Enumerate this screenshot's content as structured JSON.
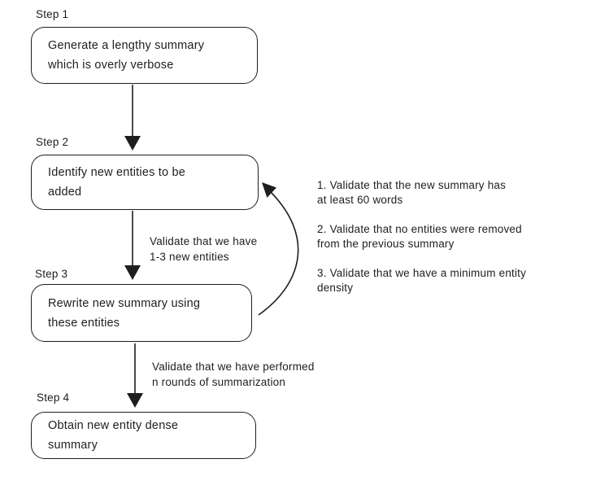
{
  "canvas": {
    "background": "#ffffff",
    "ink_color": "#1e1e1e"
  },
  "diagram": {
    "steps": [
      {
        "label": "Step 1",
        "box_text": "Generate a lengthy summary\nwhich is overly verbose"
      },
      {
        "label": "Step 2",
        "box_text": "Identify new entities to be\nadded"
      },
      {
        "label": "Step 3",
        "box_text": "Rewrite new summary using\nthese entities"
      },
      {
        "label": "Step 4",
        "box_text": "Obtain new entity dense\nsummary"
      }
    ],
    "edge_labels": [
      {
        "from": "Step 2",
        "to": "Step 3",
        "text": "Validate that we have\n1-3 new entities"
      },
      {
        "from": "Step 3",
        "to": "Step 4",
        "text": "Validate that we have performed\nn rounds of summarization"
      }
    ],
    "loop_arrow": {
      "from": "Step 3",
      "to": "Step 2"
    },
    "validation_notes": [
      "1. Validate that the new summary has\nat least 60 words",
      "2. Validate that no entities were removed\nfrom the previous summary",
      "3. Validate that we have a minimum entity\ndensity"
    ]
  }
}
